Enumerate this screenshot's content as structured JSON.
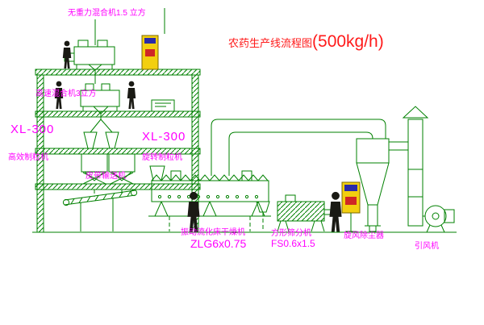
{
  "title": {
    "main": "农药生产线流程图",
    "capacity": "(500kg/h)"
  },
  "labels": {
    "gravity_mixer": "无重力混合机1.5 立方",
    "high_speed_mixer": "高速混合机3立方",
    "xl300_left": "XL-300",
    "granulator_left": "高效制粒机",
    "xl300_right": "XL-300",
    "granulator_right": "旋转制粒机",
    "belt_conveyor": "皮带输送机",
    "fluid_bed_dryer": "振动流化床干燥机",
    "dryer_model": "ZLG6x0.75",
    "square_sieve": "方形筛分机",
    "sieve_model": "FS0.6x1.5",
    "cyclone_dust_collector": "旋风除尘器",
    "induced_draft_fan": "引风机"
  },
  "colors": {
    "line_green": "#008000",
    "label_magenta": "#ff00ff",
    "title_red": "#ff1a1a",
    "panel_yellow": "#f2cf0f"
  }
}
